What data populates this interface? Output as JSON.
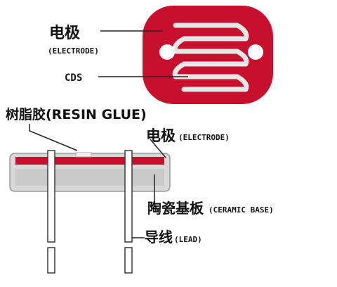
{
  "top_view": {
    "electrode_cn": "电极",
    "electrode_en": "(ELECTRODE)",
    "cds": "CDS"
  },
  "side_view": {
    "resin_glue": "树脂胶(RESIN GLUE)",
    "electrode_cn": "电极",
    "electrode_en": "(ELECTRODE)",
    "ceramic_base_cn": "陶瓷基板",
    "ceramic_base_en": "(CERAMIC BASE)",
    "lead_cn": "导线",
    "lead_en": "(LEAD)"
  },
  "colors": {
    "electrode_red": "#c8102e",
    "ceramic_gray": "#d8d8d8",
    "lead_gray": "#bdbdbd",
    "text": "#111111"
  }
}
